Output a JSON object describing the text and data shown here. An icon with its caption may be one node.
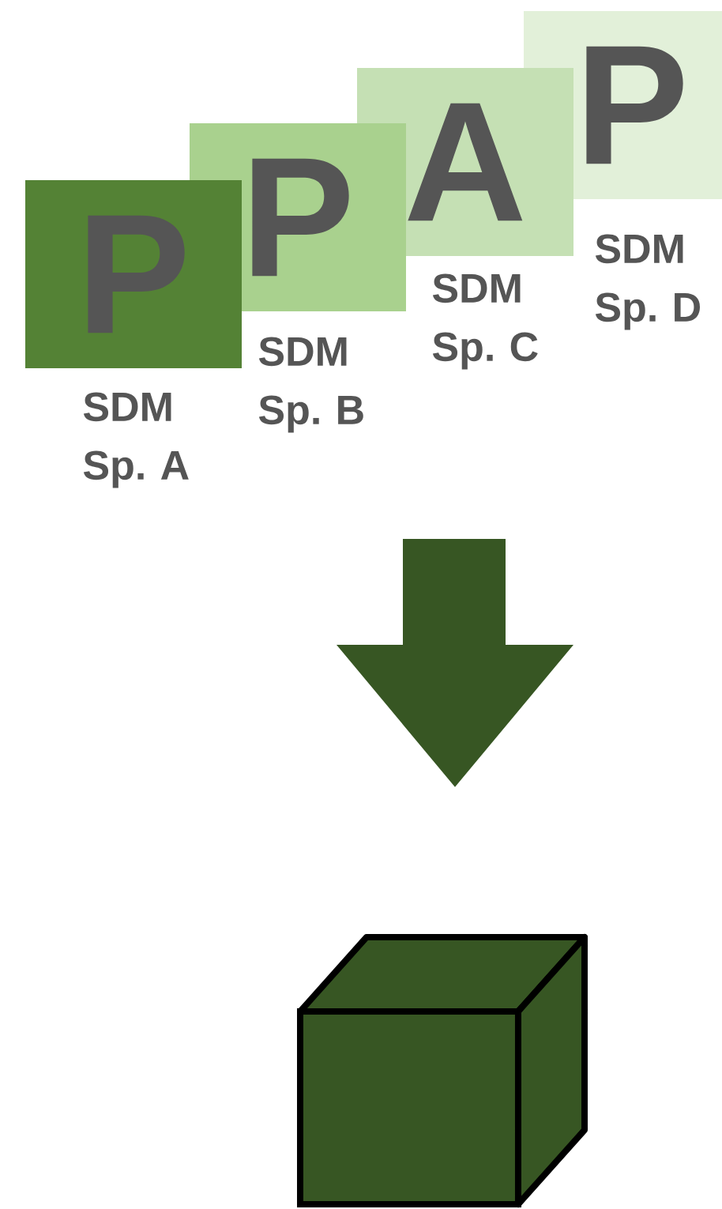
{
  "diagram": {
    "nodes": [
      {
        "text": [
          "P"
        ],
        "beside": [
          "SDM Sp. A"
        ]
      },
      {
        "text": [
          "P"
        ],
        "beside": [
          "SDM Sp. B"
        ]
      },
      {
        "text": [
          "A"
        ],
        "beside": [
          "SDM Sp. C"
        ]
      },
      {
        "text": [
          "P"
        ],
        "beside": [
          "SDM Sp. D"
        ]
      },
      {
        "text": [],
        "shape": "box"
      }
    ]
  }
}
